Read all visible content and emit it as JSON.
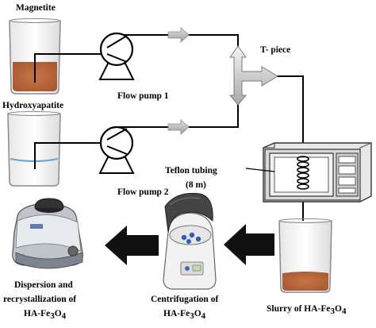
{
  "labels": {
    "magnetite": "Magnetite",
    "hydroxyapatite": "Hydroxyapatite",
    "flow_pump_1": "Flow pump  1",
    "flow_pump_2": "Flow pump  2",
    "t_piece": "T- piece",
    "teflon_tubing_line1": "Teflon tubing",
    "teflon_tubing_line2": "(8 m)",
    "slurry_prefix": "Slurry of HA-Fe",
    "slurry_sub1": "3",
    "slurry_mid": "O",
    "slurry_sub2": "4",
    "centrifugation_line1": "Centrifugation  of",
    "centrifugation_prefix": "HA-Fe",
    "centrifugation_sub1": "3",
    "centrifugation_mid": "O",
    "centrifugation_sub2": "4",
    "dispersion_line1": "Dispersion and",
    "dispersion_line2": "recrystallization of",
    "dispersion_prefix": "HA-Fe",
    "dispersion_sub1": "3",
    "dispersion_mid": "O",
    "dispersion_sub2": "4"
  },
  "colors": {
    "magnetite_fill": "#b8653a",
    "slurry_fill": "#b8653a",
    "hydroxyapatite_line": "#6aa6c8",
    "small_arrow": "#c0c0c0",
    "big_arrow": "#111111",
    "microwave_body": "#d4d4d4",
    "t_piece": "#9a9a9a"
  },
  "icons": [
    "beaker-icon",
    "pump-icon",
    "t-piece-icon",
    "microwave-reactor-icon",
    "centrifuge-icon",
    "vortex-mixer-icon",
    "arrow-icon"
  ]
}
